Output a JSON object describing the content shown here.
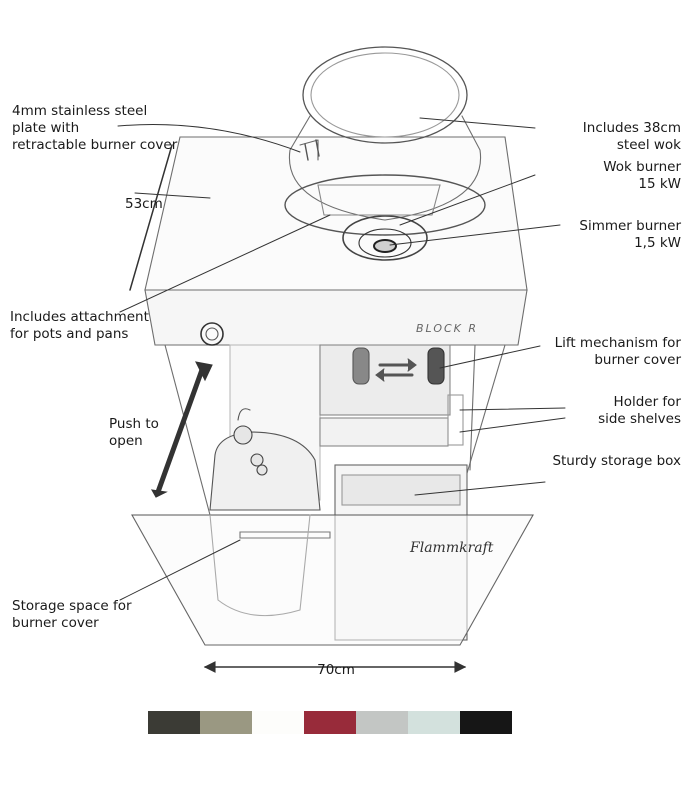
{
  "labels": {
    "plate": "4mm stainless steel\nplate with\nretractable burner cover",
    "depth": "53cm",
    "width": "70cm",
    "attachment": "Includes attachment\nfor pots and pans",
    "push": "Push to\nopen",
    "storage_space": "Storage space for\nburner cover",
    "wok": "Includes 38cm\nsteel wok",
    "wok_burner": "Wok burner\n15 kW",
    "simmer_burner": "Simmer burner\n1,5 kW",
    "lift": "Lift mechanism for\nburner cover",
    "holder": "Holder for\nside shelves",
    "box": "Sturdy storage box",
    "brand_panel": "BLOCK R",
    "signature": "Flammkraft"
  },
  "colors": {
    "swatches": [
      {
        "name": "charcoal",
        "hex": "#3b3b35"
      },
      {
        "name": "khaki",
        "hex": "#9a9882"
      },
      {
        "name": "white",
        "hex": "#fdfdfb"
      },
      {
        "name": "burgundy",
        "hex": "#982b3a"
      },
      {
        "name": "silver",
        "hex": "#c3c6c4"
      },
      {
        "name": "mint-grey",
        "hex": "#d3e1dd"
      },
      {
        "name": "black",
        "hex": "#161616"
      }
    ]
  }
}
